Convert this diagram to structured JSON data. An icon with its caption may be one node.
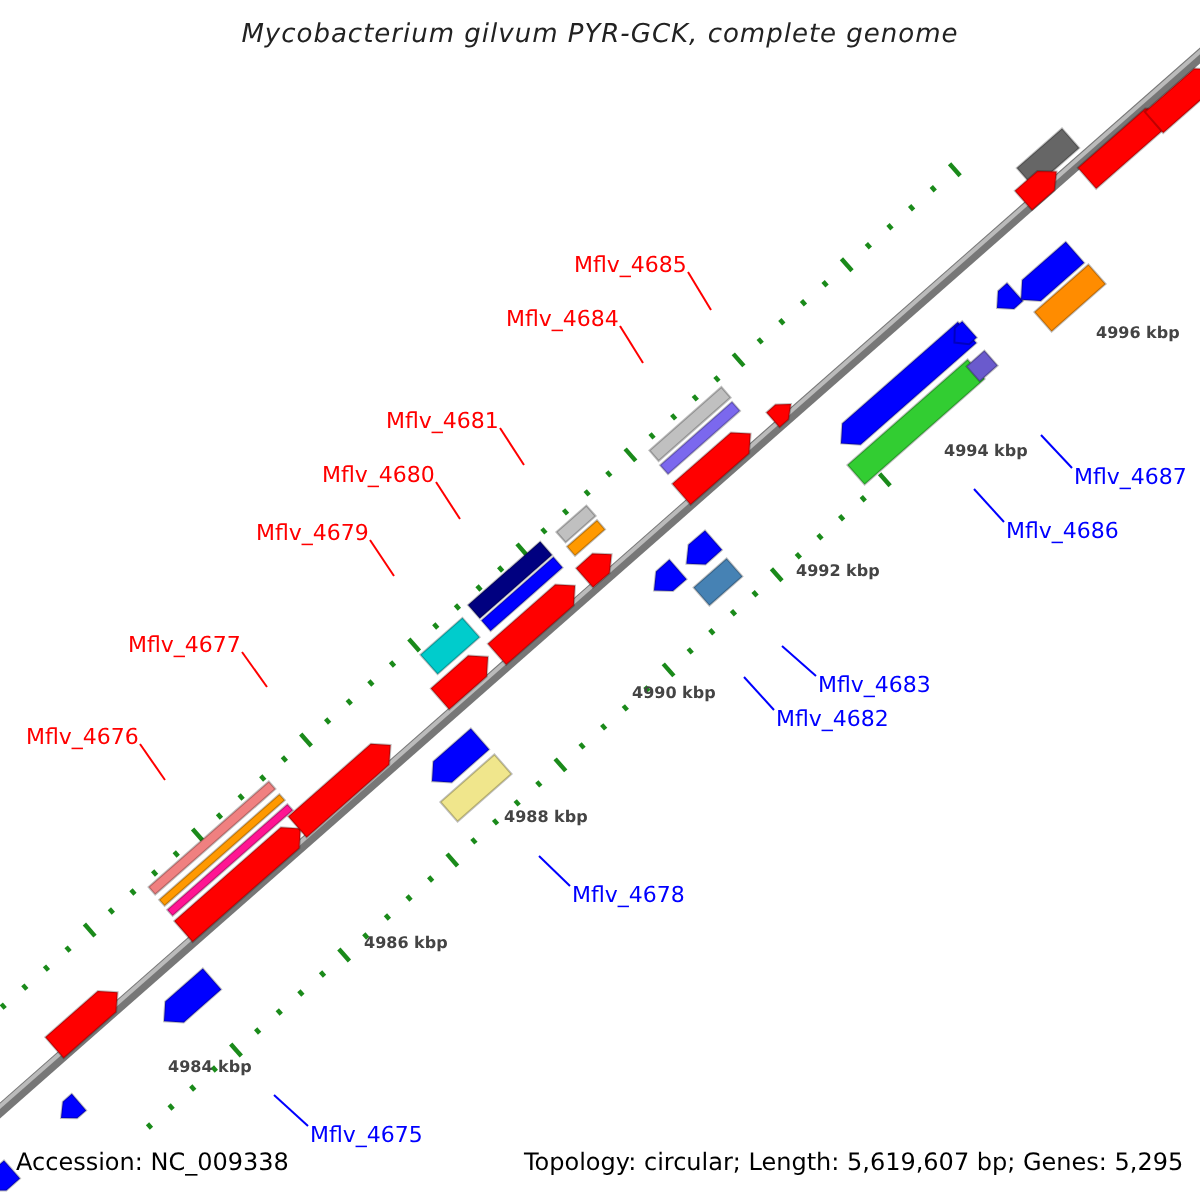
{
  "diagram": {
    "title": "Mycobacterium gilvum PYR-GCK, complete genome",
    "nodes": [
      {
        "text": [
          "Mflv_4685"
        ]
      },
      {
        "text": [
          "Mflv_4684"
        ]
      },
      {
        "text": [
          "Mflv_4681"
        ]
      },
      {
        "text": [
          "Mflv_4680"
        ]
      },
      {
        "text": [
          "Mflv_4687"
        ]
      },
      {
        "text": [
          "Mflv_4686"
        ]
      },
      {
        "text": [
          "Mflv_4679"
        ]
      },
      {
        "text": [
          "Mflv_4677"
        ]
      },
      {
        "text": [
          "Mflv_4683"
        ]
      },
      {
        "text": [
          "Mflv_4682"
        ]
      },
      {
        "text": [
          "Mflv_4676"
        ]
      },
      {
        "text": [
          "Mflv_4678"
        ]
      },
      {
        "text": [
          "Mflv_4675"
        ]
      }
    ],
    "edges": [
      {
        "from": 0,
        "to": null,
        "arrow": "none",
        "color": "#ff0000"
      },
      {
        "from": 1,
        "to": null,
        "arrow": "none",
        "color": "#ff0000"
      },
      {
        "from": 2,
        "to": null,
        "arrow": "none",
        "color": "#ff0000"
      },
      {
        "from": 3,
        "to": null,
        "arrow": "none",
        "color": "#ff0000"
      },
      {
        "from": 4,
        "to": null,
        "arrow": "none",
        "color": "#0000ff"
      },
      {
        "from": 5,
        "to": null,
        "arrow": "none",
        "color": "#0000ff"
      },
      {
        "from": 6,
        "to": null,
        "arrow": "none",
        "color": "#ff0000"
      },
      {
        "from": 7,
        "to": null,
        "arrow": "none",
        "color": "#ff0000"
      },
      {
        "from": 8,
        "to": null,
        "arrow": "none",
        "color": "#0000ff"
      },
      {
        "from": 9,
        "to": null,
        "arrow": "none",
        "color": "#0000ff"
      },
      {
        "from": 10,
        "to": null,
        "arrow": "none",
        "color": "#ff0000"
      },
      {
        "from": 11,
        "to": null,
        "arrow": "none",
        "color": "#0000ff"
      },
      {
        "from": 12,
        "to": null,
        "arrow": "none",
        "color": "#0000ff"
      }
    ],
    "labels": [
      "4996 kbp",
      "4994 kbp",
      "4992 kbp",
      "4990 kbp",
      "4988 kbp",
      "4986 kbp",
      "4984 kbp",
      "Accession: NC_009338",
      "Topology: circular; Length: 5,619,607 bp; Genes: 5,295"
    ]
  }
}
